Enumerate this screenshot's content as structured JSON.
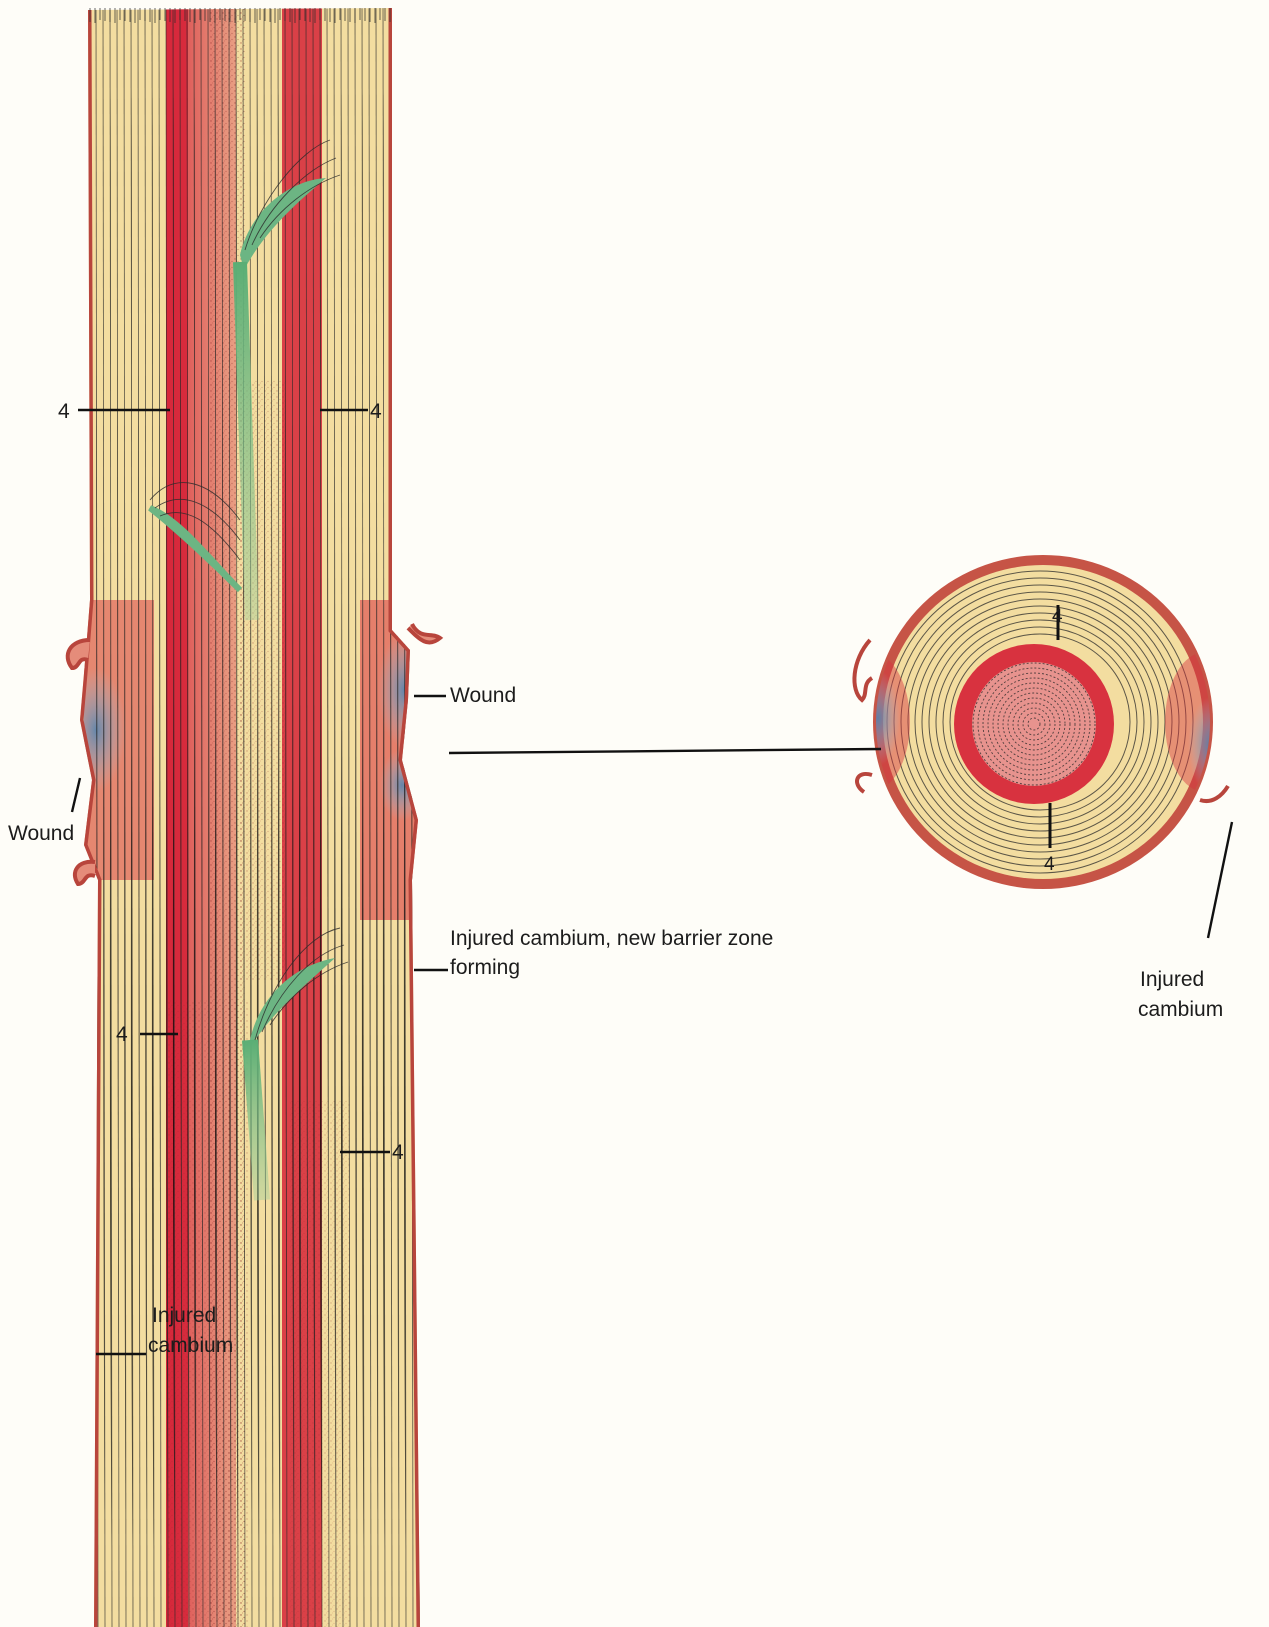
{
  "colors": {
    "background": "#fefdf8",
    "sapwood": "#f3dda0",
    "discolored_wood": "#d8323f",
    "bark": "#b8453c",
    "wound_tissue": "#6aa7c9",
    "branch_core": "#7cbf86",
    "ring_line": "#2a2a2a"
  },
  "labels": {
    "four_upper_left": "4",
    "four_upper_right": "4",
    "four_lower_left": "4",
    "four_lower_right": "4",
    "wound_right": "Wound",
    "wound_left": "Wound",
    "injured_cambium_barrier_line1": "Injured cambium, new barrier zone",
    "injured_cambium_barrier_line2": "forming",
    "injured_cambium_inside_line1": "Injured",
    "injured_cambium_inside_line2": "cambium",
    "cross_four_top": "4",
    "cross_four_bottom": "4",
    "cross_injured_line1": "Injured",
    "cross_injured_line2": "cambium"
  },
  "icons": {
    "longitudinal": "tree-stem-longitudinal-section-illustration",
    "cross": "tree-stem-cross-section-illustration"
  }
}
